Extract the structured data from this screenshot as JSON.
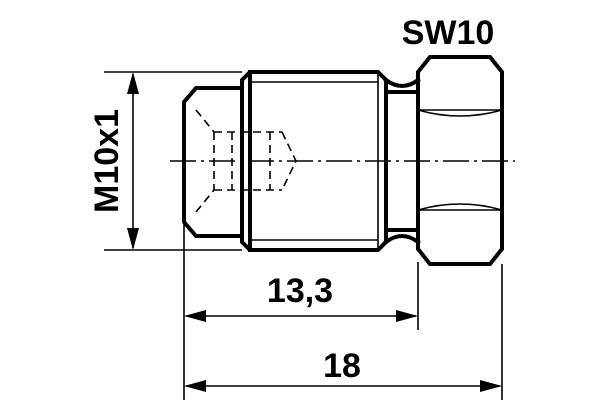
{
  "labels": {
    "wrench_size": "SW10",
    "thread": "M10x1",
    "body_length": "13,3",
    "total_length": "18"
  }
}
